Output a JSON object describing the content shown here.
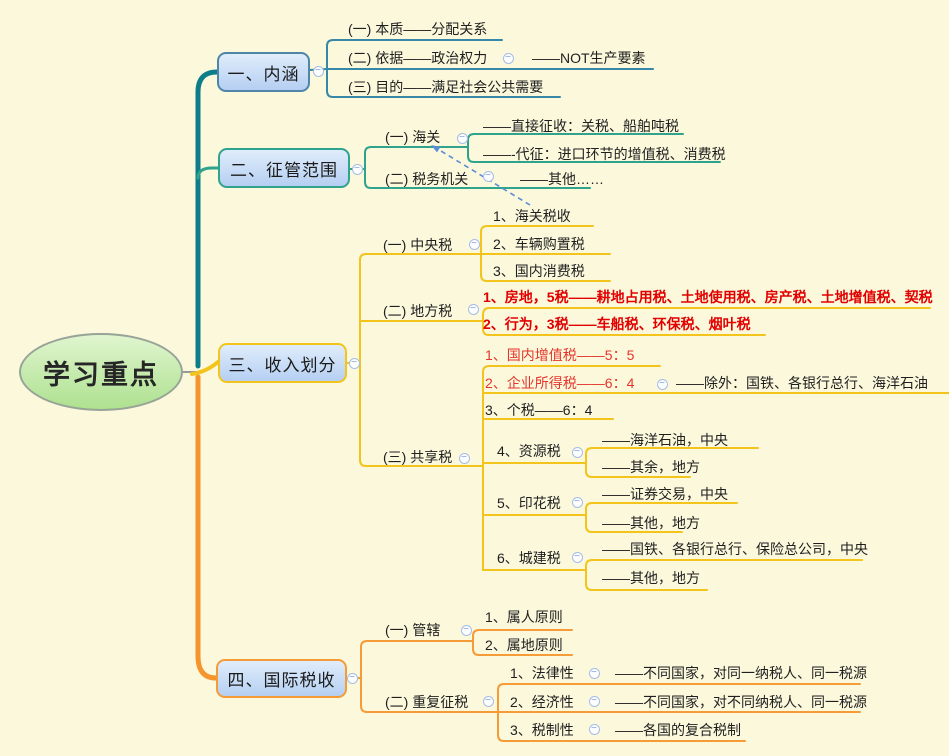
{
  "colors": {
    "background": "#FBF8DC",
    "branch1_line": "#3787A8",
    "branch2_line": "#2FA38C",
    "branch3_line": "#F2C41C",
    "branch4_line": "#F59B38",
    "trunk_teal": "#0E7D8A",
    "trunk_orange": "#F5952C",
    "red_bold_text": "#E10000",
    "red_text": "#E5352B",
    "arrow_blue": "#5B8DD6",
    "node_fill_top": "#E0EDFB",
    "node_fill_bottom": "#B5CFF2",
    "root_fill": "#AEE190"
  },
  "icons": {
    "collapse": "−"
  },
  "root": {
    "label": "学习重点"
  },
  "relationship_arrow": {
    "from": "1、海关税收",
    "to": "(一) 海关"
  },
  "branches": [
    {
      "label": "一、内涵",
      "children": [
        {
          "label": "(一) 本质——分配关系"
        },
        {
          "label": "(二) 依据——政治权力",
          "children": [
            {
              "label": "——NOT生产要素"
            }
          ]
        },
        {
          "label": "(三) 目的——满足社会公共需要"
        }
      ]
    },
    {
      "label": "二、征管范围",
      "children": [
        {
          "label": "(一) 海关",
          "children": [
            {
              "label": "——直接征收：关税、船舶吨税"
            },
            {
              "label": "——-代征：进口环节的增值税、消费税"
            }
          ]
        },
        {
          "label": "(二) 税务机关",
          "children": [
            {
              "label": "——其他……"
            }
          ]
        }
      ]
    },
    {
      "label": "三、收入划分",
      "children": [
        {
          "label": "(一) 中央税",
          "children": [
            {
              "label": "1、海关税收"
            },
            {
              "label": "2、车辆购置税"
            },
            {
              "label": "3、国内消费税"
            }
          ]
        },
        {
          "label": "(二) 地方税",
          "children": [
            {
              "label": "1、房地，5税——耕地占用税、土地使用税、房产税、土地增值税、契税",
              "emphasis": "red-bold"
            },
            {
              "label": "2、行为，3税——车船税、环保税、烟叶税",
              "emphasis": "red-bold"
            }
          ]
        },
        {
          "label": "(三) 共享税",
          "children": [
            {
              "label": "1、国内增值税——5：5",
              "emphasis": "red"
            },
            {
              "label": "2、企业所得税——6：4",
              "emphasis": "red",
              "children": [
                {
                  "label": "——除外：国铁、各银行总行、海洋石油"
                }
              ]
            },
            {
              "label": "3、个税——6：4"
            },
            {
              "label": "4、资源税",
              "children": [
                {
                  "label": "——海洋石油，中央"
                },
                {
                  "label": "——其余，地方"
                }
              ]
            },
            {
              "label": "5、印花税",
              "children": [
                {
                  "label": "——证券交易，中央"
                },
                {
                  "label": "——其他，地方"
                }
              ]
            },
            {
              "label": "6、城建税",
              "children": [
                {
                  "label": "——国铁、各银行总行、保险总公司，中央"
                },
                {
                  "label": "——其他，地方"
                }
              ]
            }
          ]
        }
      ]
    },
    {
      "label": "四、国际税收",
      "children": [
        {
          "label": "(一) 管辖",
          "children": [
            {
              "label": "1、属人原则"
            },
            {
              "label": "2、属地原则"
            }
          ]
        },
        {
          "label": "(二) 重复征税",
          "children": [
            {
              "label": "1、法律性",
              "children": [
                {
                  "label": "——不同国家，对同一纳税人、同一税源"
                }
              ]
            },
            {
              "label": "2、经济性",
              "children": [
                {
                  "label": "——不同国家，对不同纳税人、同一税源"
                }
              ]
            },
            {
              "label": "3、税制性",
              "children": [
                {
                  "label": "——各国的复合税制"
                }
              ]
            }
          ]
        }
      ]
    }
  ]
}
